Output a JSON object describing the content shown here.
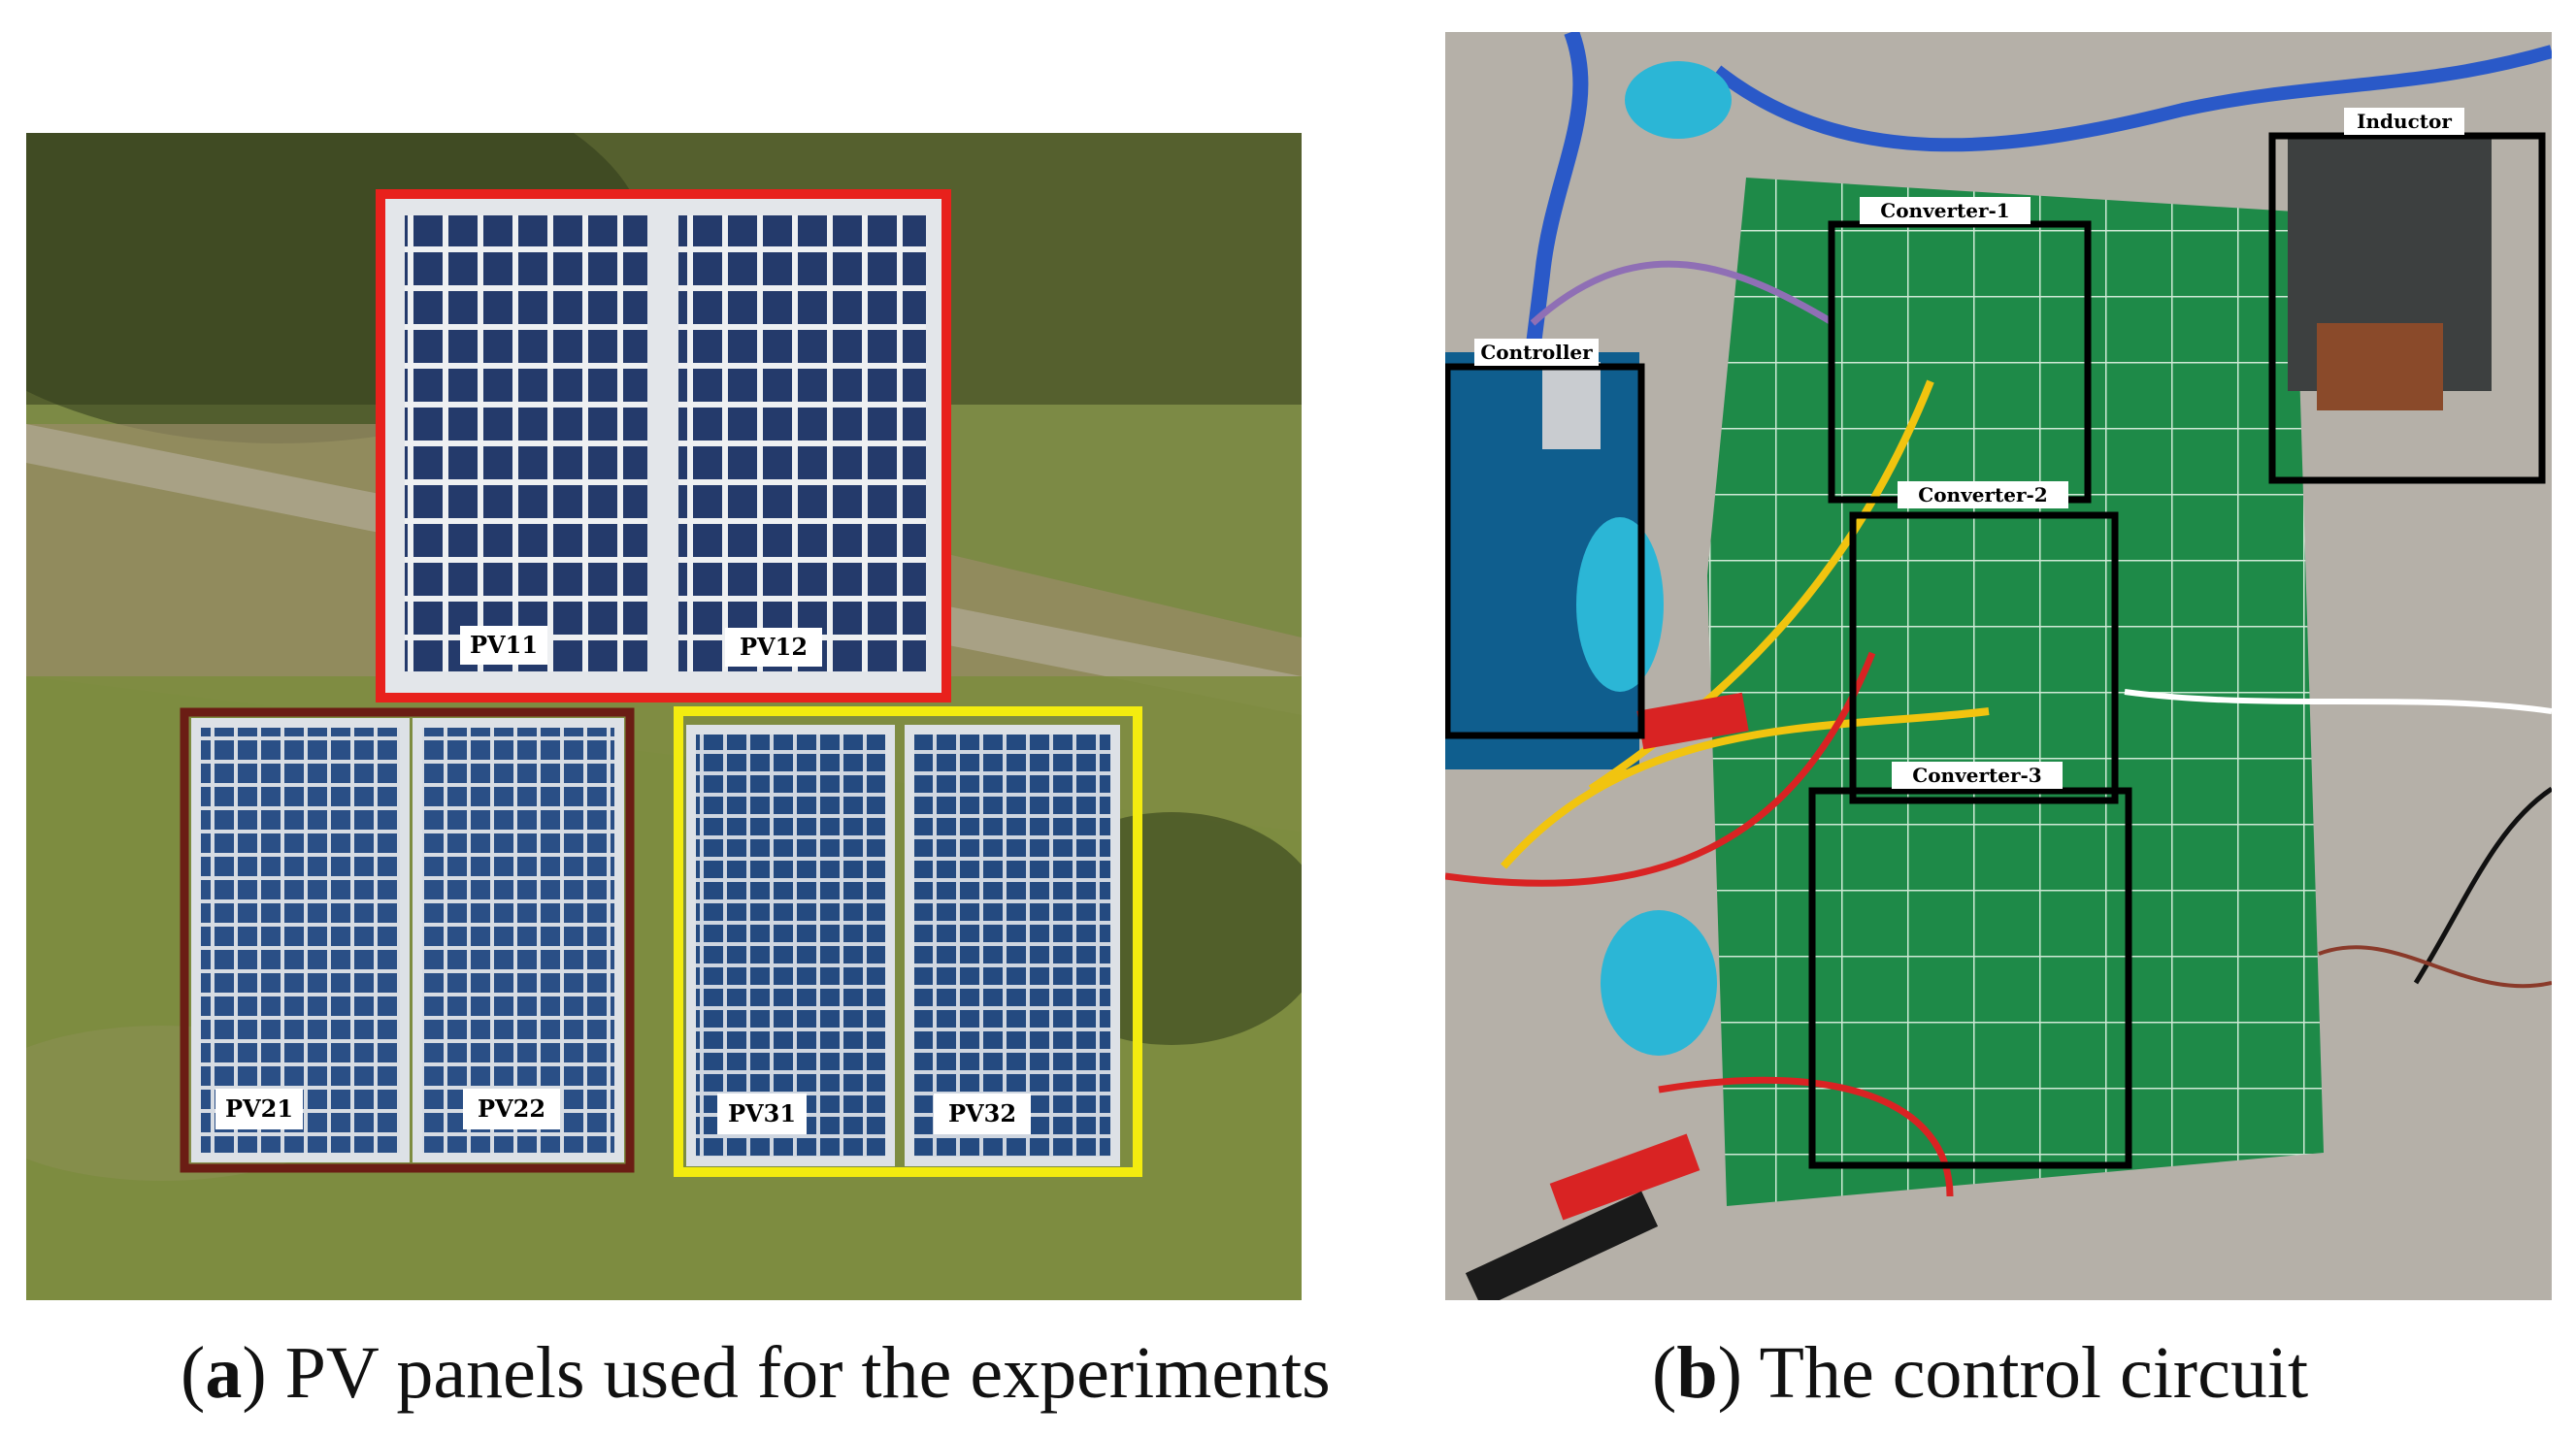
{
  "figure": {
    "left": {
      "caption_letter": "a",
      "caption_text": "PV panels used for the experiments",
      "panel_labels": [
        "PV11",
        "PV12",
        "PV21",
        "PV22",
        "PV31",
        "PV32"
      ],
      "group_colors": {
        "group1": "#e8211c",
        "group2": "#6b1d14",
        "group3": "#f3ec0f"
      }
    },
    "right": {
      "caption_letter": "b",
      "caption_text": "The control circuit",
      "component_labels": {
        "converter1": "Converter-1",
        "converter2": "Converter-2",
        "converter3": "Converter-3",
        "controller": "Controller",
        "inductor": "Inductor"
      },
      "board_color": "#1e8a48",
      "box_color": "#000000"
    }
  }
}
